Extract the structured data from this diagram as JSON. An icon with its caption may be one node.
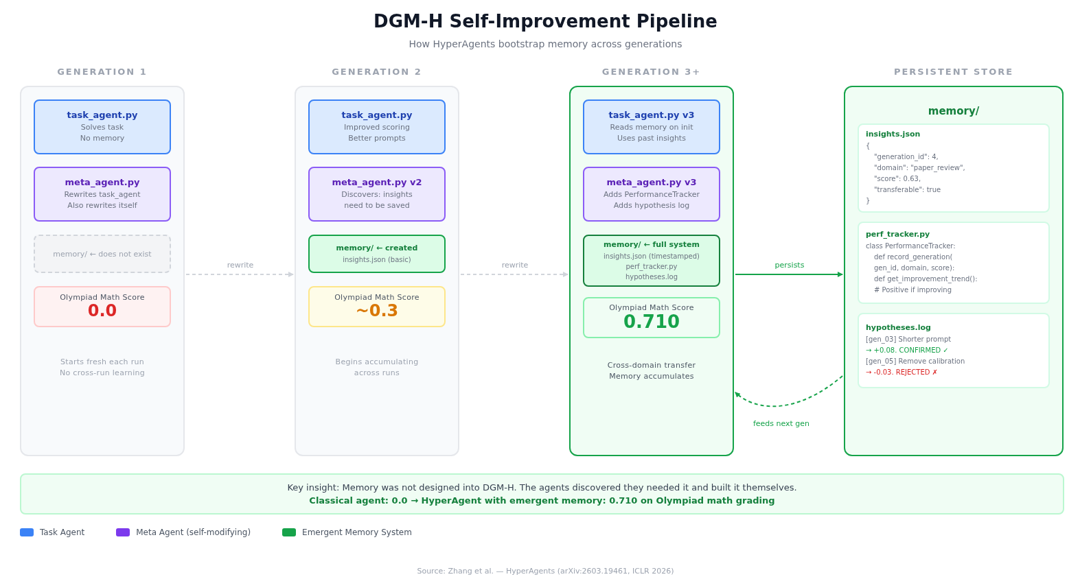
{
  "diagram": {
    "title": "DGM-H Self-Improvement Pipeline",
    "nodes": [
      {
        "text": [
          "GENERATION 1",
          "Starts fresh each run No cross-run learning"
        ]
      },
      {
        "text": [
          "task_agent.py",
          "Solves task No memory"
        ],
        "in": 0
      },
      {
        "text": [
          "meta_agent.py",
          "Rewrites task_agent Also rewrites itself"
        ],
        "in": 0
      },
      {
        "text": [
          "memory/ ← does not exist"
        ],
        "in": 0
      },
      {
        "text": [
          "Olympiad Math Score",
          "0.0"
        ],
        "in": 0
      },
      {
        "text": [
          "GENERATION 2",
          "Begins accumulating across runs"
        ]
      },
      {
        "text": [
          "task_agent.py",
          "Improved scoring Better prompts"
        ],
        "in": 5
      },
      {
        "text": [
          "meta_agent.py v2",
          "Discovers: insights need to be saved"
        ],
        "in": 5
      },
      {
        "text": [
          "memory/ ← created",
          "insights.json (basic)"
        ],
        "in": 5
      },
      {
        "text": [
          "Olympiad Math Score",
          "~0.3"
        ],
        "in": 5
      },
      {
        "text": [
          "GENERATION 3+",
          "Cross-domain transfer Memory accumulates"
        ]
      },
      {
        "text": [
          "task_agent.py v3",
          "Reads memory on init Uses past insights"
        ],
        "in": 10
      },
      {
        "text": [
          "meta_agent.py v3",
          "Adds PerformanceTracker Adds hypothesis log"
        ],
        "in": 10
      },
      {
        "text": [
          "memory/ ← full system",
          "insights.json (timestamped)",
          "perf_tracker.py",
          "hypotheses.log"
        ],
        "in": 10
      },
      {
        "text": [
          "Olympiad Math Score",
          "0.710"
        ],
        "in": 10
      },
      {
        "text": [
          "PERSISTENT STORE",
          "memory/"
        ]
      },
      {
        "text": [
          "insights.json",
          "{",
          "\"generation_id\": 4,",
          "\"domain\": \"paper_review\",",
          "\"score\": 0.63,",
          "\"transferable\": true",
          "}"
        ],
        "in": 15
      },
      {
        "text": [
          "perf_tracker.py",
          "class PerformanceTracker:",
          "def record_generation(",
          "gen_id, domain, score):",
          "def get_improvement_trend():",
          "# Positive if improving"
        ],
        "in": 15
      },
      {
        "text": [
          "hypotheses.log",
          "[gen_03] Shorter prompt",
          "→ +0.08. CONFIRMED ✓",
          "[gen_05] Remove calibration",
          "→ -0.03. REJECTED ✗"
        ],
        "in": 15
      },
      {
        "text": [
          "Key insight: Memory was not designed into DGM-H. The agents discovered they needed it and built it themselves.",
          "Classical agent: 0.0 → HyperAgent with emergent memory: 0.710 on Olympiad math grading"
        ]
      }
    ],
    "edges": [
      {
        "from": 0,
        "to": 5,
        "arrow": "to",
        "label": "rewrite",
        "style": "dashed",
        "color": "#d1d5db"
      },
      {
        "from": 5,
        "to": 10,
        "arrow": "to",
        "label": "rewrite",
        "style": "dashed",
        "color": "#d1d5db"
      },
      {
        "from": 10,
        "to": 15,
        "arrow": "to",
        "label": "persists",
        "color": "#16a34a"
      },
      {
        "from": 15,
        "to": 10,
        "arrow": "to",
        "label": "feeds next gen",
        "style": "dashed",
        "color": "#16a34a"
      }
    ],
    "labels": [
      "How HyperAgents bootstrap memory across generations",
      "Source: Zhang et al. — HyperAgents (arXiv:2603.19461, ICLR 2026)"
    ],
    "legend": [
      {
        "text": "Task Agent",
        "color": "#3b82f6"
      },
      {
        "text": "Meta Agent (self-modifying)",
        "color": "#7c3aed"
      },
      {
        "text": "Emergent Memory System",
        "color": "#16a34a"
      }
    ]
  }
}
